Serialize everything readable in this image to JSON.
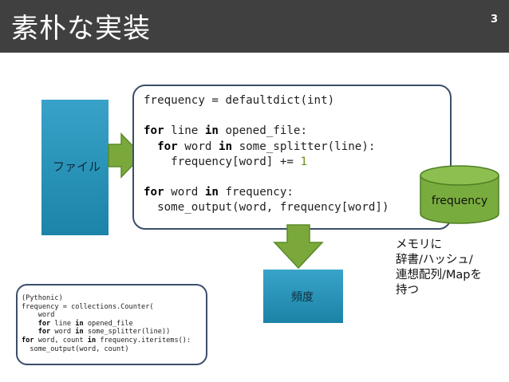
{
  "slide": {
    "title": "素朴な実装",
    "page_number": "3"
  },
  "file_box": {
    "label": "ファイル"
  },
  "main_code": {
    "line1": "frequency = defaultdict(int)",
    "line3_kw1": "for",
    "line3_a": " line ",
    "line3_kw2": "in",
    "line3_b": " opened_file:",
    "line4_indent": "  ",
    "line4_kw1": "for",
    "line4_a": " word ",
    "line4_kw2": "in",
    "line4_b": " some_splitter(line):",
    "line5": "    frequency[word] += ",
    "line5_num": "1",
    "line7_kw1": "for",
    "line7_a": " word ",
    "line7_kw2": "in",
    "line7_b": " frequency:",
    "line8": "  some_output(word, frequency[word])"
  },
  "frequency_box": {
    "label": "頻度"
  },
  "cylinder": {
    "label": "frequency"
  },
  "memory_note": {
    "line1": "メモリに",
    "line2": "辞書/ハッシュ/",
    "line3": "連想配列/Mapを",
    "line4": "持つ"
  },
  "pythonic_code": {
    "l1": "(Pythonic)",
    "l2": "frequency = collections.Counter(",
    "l3": "    word",
    "l4_indent": "    ",
    "l4_kw1": "for",
    "l4_a": " line ",
    "l4_kw2": "in",
    "l4_b": " opened_file",
    "l5_indent": "    ",
    "l5_kw1": "for",
    "l5_a": " word ",
    "l5_kw2": "in",
    "l5_b": " some_splitter(line))",
    "l6_kw1": "for",
    "l6_a": " word, count ",
    "l6_kw2": "in",
    "l6_b": " frequency.iteritems():",
    "l7": "  some_output(word, count)"
  },
  "colors": {
    "header_bg": "#404040",
    "box_blue": "#2592ba",
    "arrow_green": "#7aa83b",
    "cylinder_green": "#79ac3e",
    "border": "#3b4e6b"
  }
}
